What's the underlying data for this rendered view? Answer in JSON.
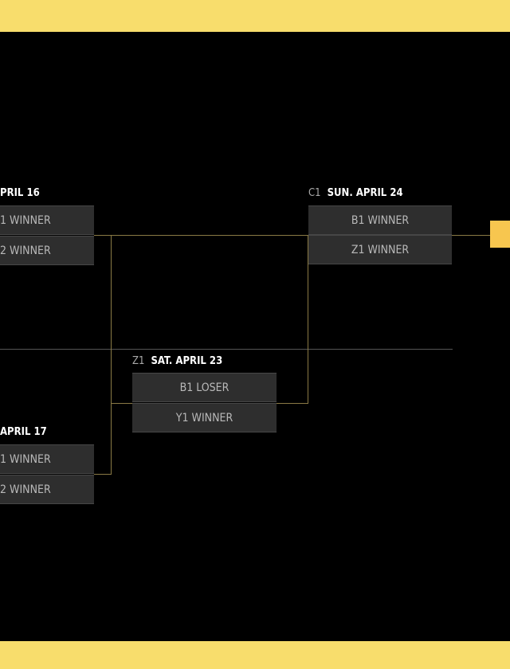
{
  "colors": {
    "band": "#f8dd6c",
    "connector": "#8a7a45",
    "slot": "#2e2e2e",
    "champion": "#f7c64f"
  },
  "games": [
    {
      "code": "",
      "date": "PRIL 16",
      "slots": [
        "1 WINNER",
        "2 WINNER"
      ]
    },
    {
      "code": "",
      "date": "APRIL 17",
      "slots": [
        "1 WINNER",
        "2 WINNER"
      ]
    },
    {
      "code": "Z1",
      "date": "SAT. APRIL 23",
      "slots": [
        "B1 LOSER",
        "Y1 WINNER"
      ]
    },
    {
      "code": "C1",
      "date": "SUN. APRIL 24",
      "slots": [
        "B1 WINNER",
        "Z1 WINNER"
      ]
    }
  ]
}
